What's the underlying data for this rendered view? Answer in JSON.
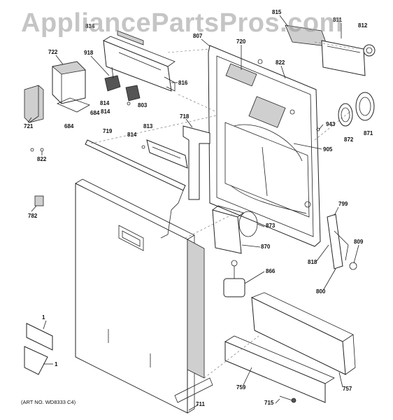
{
  "watermark": "AppliancePartsPros.com",
  "art_number": "(ART NO. WD8333 C4)",
  "callouts": [
    "815",
    "811",
    "812",
    "814",
    "720",
    "807",
    "722",
    "918",
    "822",
    "816",
    "814",
    "803",
    "718",
    "943",
    "871",
    "872",
    "905",
    "721",
    "684",
    "684",
    "814",
    "813",
    "719",
    "814",
    "822",
    "782",
    "799",
    "873",
    "870",
    "809",
    "818",
    "800",
    "866",
    "1",
    "757",
    "759",
    "1",
    "715",
    "711"
  ]
}
